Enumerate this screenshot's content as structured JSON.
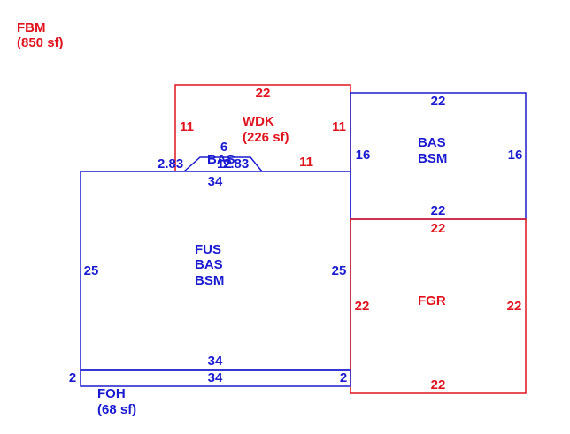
{
  "colors": {
    "red": "#e0141e",
    "blue": "#1a1ad0"
  },
  "fbm": {
    "code": "FBM",
    "area": "(850 sf)"
  },
  "wdk": {
    "code": "WDK",
    "area": "(226 sf)",
    "top": "22",
    "left": "11",
    "right": "11",
    "bottom_right": "11"
  },
  "bay": {
    "code": "BAS",
    "top": "6",
    "left": "2.83",
    "right": "2.83",
    "mid": "12"
  },
  "main": {
    "codes": [
      "FUS",
      "BAS",
      "BSM"
    ],
    "top": "34",
    "bottom": "34",
    "left": "25",
    "right": "25"
  },
  "bas_bsm": {
    "codes": [
      "BAS",
      "BSM"
    ],
    "top": "22",
    "bottom": "22",
    "left": "16",
    "right": "16"
  },
  "fgr": {
    "code": "FGR",
    "top": "22",
    "bottom": "22",
    "left": "22",
    "right": "22"
  },
  "foh": {
    "code": "FOH",
    "area": "(68 sf)",
    "top": "34",
    "left": "2",
    "right": "2"
  }
}
